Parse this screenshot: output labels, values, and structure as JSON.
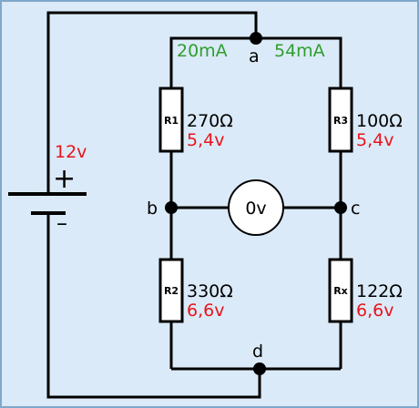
{
  "battery": {
    "voltage": "12v",
    "plus": "+",
    "minus": "–"
  },
  "nodes": {
    "a": "a",
    "b": "b",
    "c": "c",
    "d": "d"
  },
  "currents": {
    "left": "20mA",
    "right": "54mA"
  },
  "resistors": {
    "r1": {
      "name": "R1",
      "value": "270Ω",
      "voltage": "5,4v"
    },
    "r3": {
      "name": "R3",
      "value": "100Ω",
      "voltage": "5,4v"
    },
    "r2": {
      "name": "R2",
      "value": "330Ω",
      "voltage": "6,6v"
    },
    "rx": {
      "name": "Rx",
      "value": "122Ω",
      "voltage": "6,6v"
    }
  },
  "meter": {
    "reading": "0v"
  },
  "colors": {
    "background": "#dbeaf8",
    "wire": "#000000",
    "current": "#2e9e2e",
    "voltage": "#e8141a"
  }
}
